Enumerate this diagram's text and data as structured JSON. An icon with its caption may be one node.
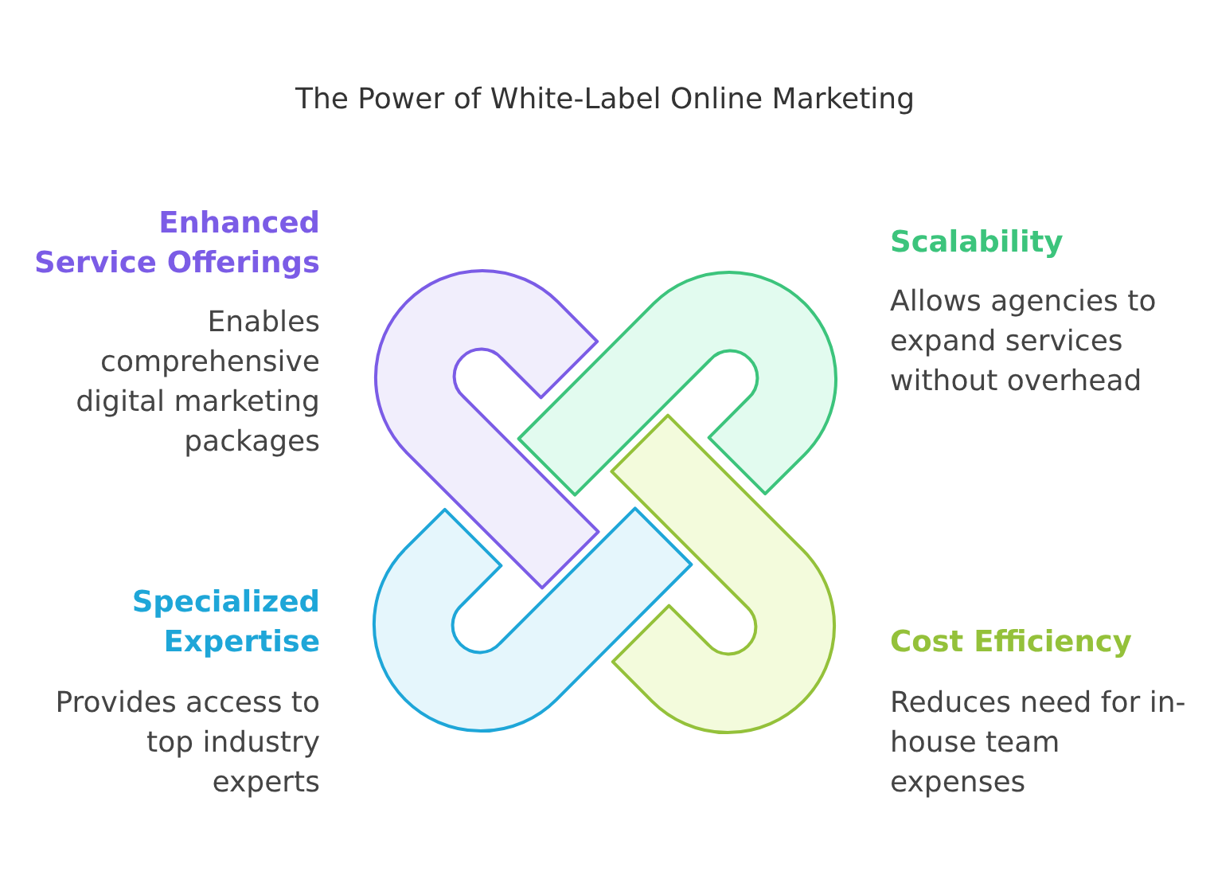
{
  "diagram": {
    "title": "The Power of White-Label Online Marketing",
    "nodes": [
      {
        "text": [
          "Enhanced Service Offerings",
          "Enables comprehensive digital marketing packages"
        ]
      },
      {
        "text": [
          "Scalability",
          "Allows agencies to expand services without overhead"
        ]
      },
      {
        "text": [
          "Specialized Expertise",
          "Provides access to top industry experts"
        ]
      },
      {
        "text": [
          "Cost Efficiency",
          "Reduces need for in-house team expenses"
        ]
      }
    ]
  }
}
